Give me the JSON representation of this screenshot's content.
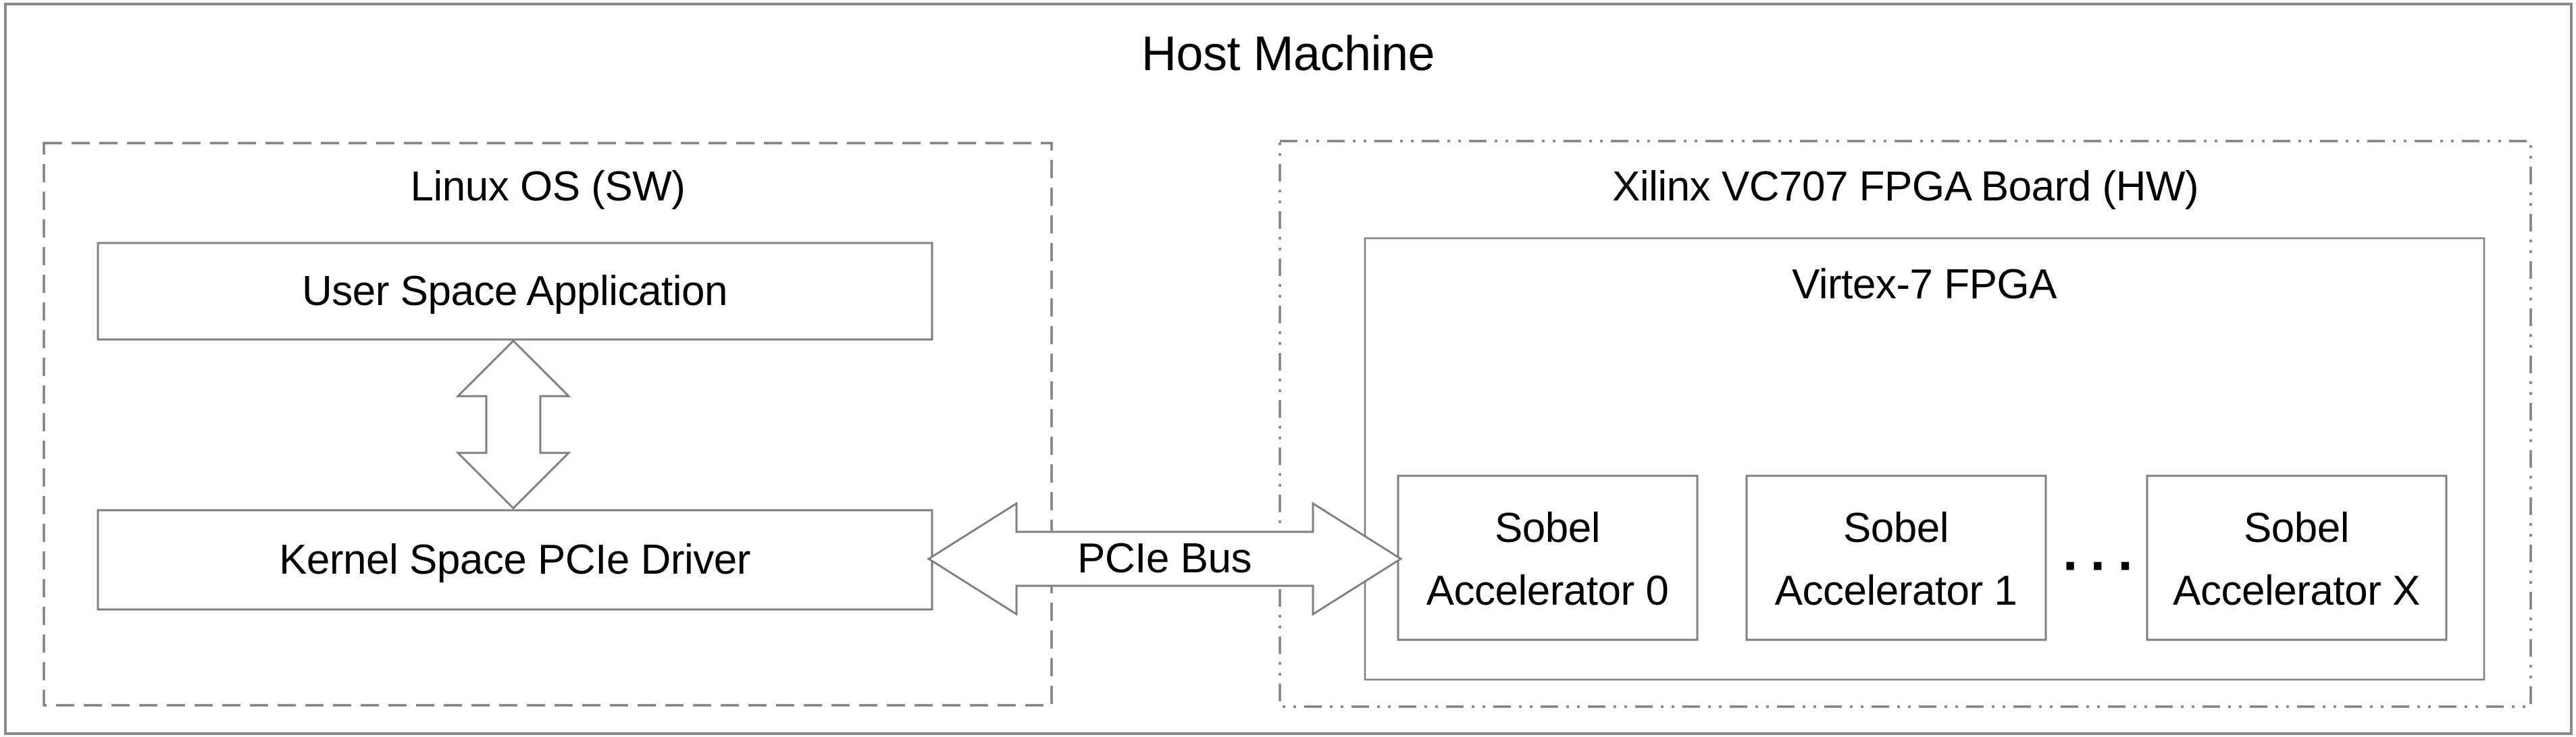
{
  "diagram": {
    "title": "Host Machine",
    "linux": {
      "label": "Linux OS (SW)",
      "user_box_label": "User Space Application",
      "kernel_box_label": "Kernel Space PCIe Driver"
    },
    "bus": {
      "label": "PCIe Bus"
    },
    "fpga_board": {
      "label": "Xilinx VC707 FPGA Board (HW)",
      "chip": {
        "label": "Virtex-7 FPGA",
        "accelerators": [
          {
            "line1": "Sobel",
            "line2": "Accelerator 0"
          },
          {
            "line1": "Sobel",
            "line2": "Accelerator 1"
          },
          {
            "line1": "Sobel",
            "line2": "Accelerator X"
          }
        ],
        "ellipsis": "···"
      }
    }
  },
  "colors": {
    "background": "#ffffff",
    "outer_border": "#8a8a8a",
    "box_border": "#7f7f7f",
    "dashed_border": "#808080",
    "arrow_stroke": "#7f7f7f",
    "arrow_fill": "#ffffff",
    "text": "#000000"
  }
}
